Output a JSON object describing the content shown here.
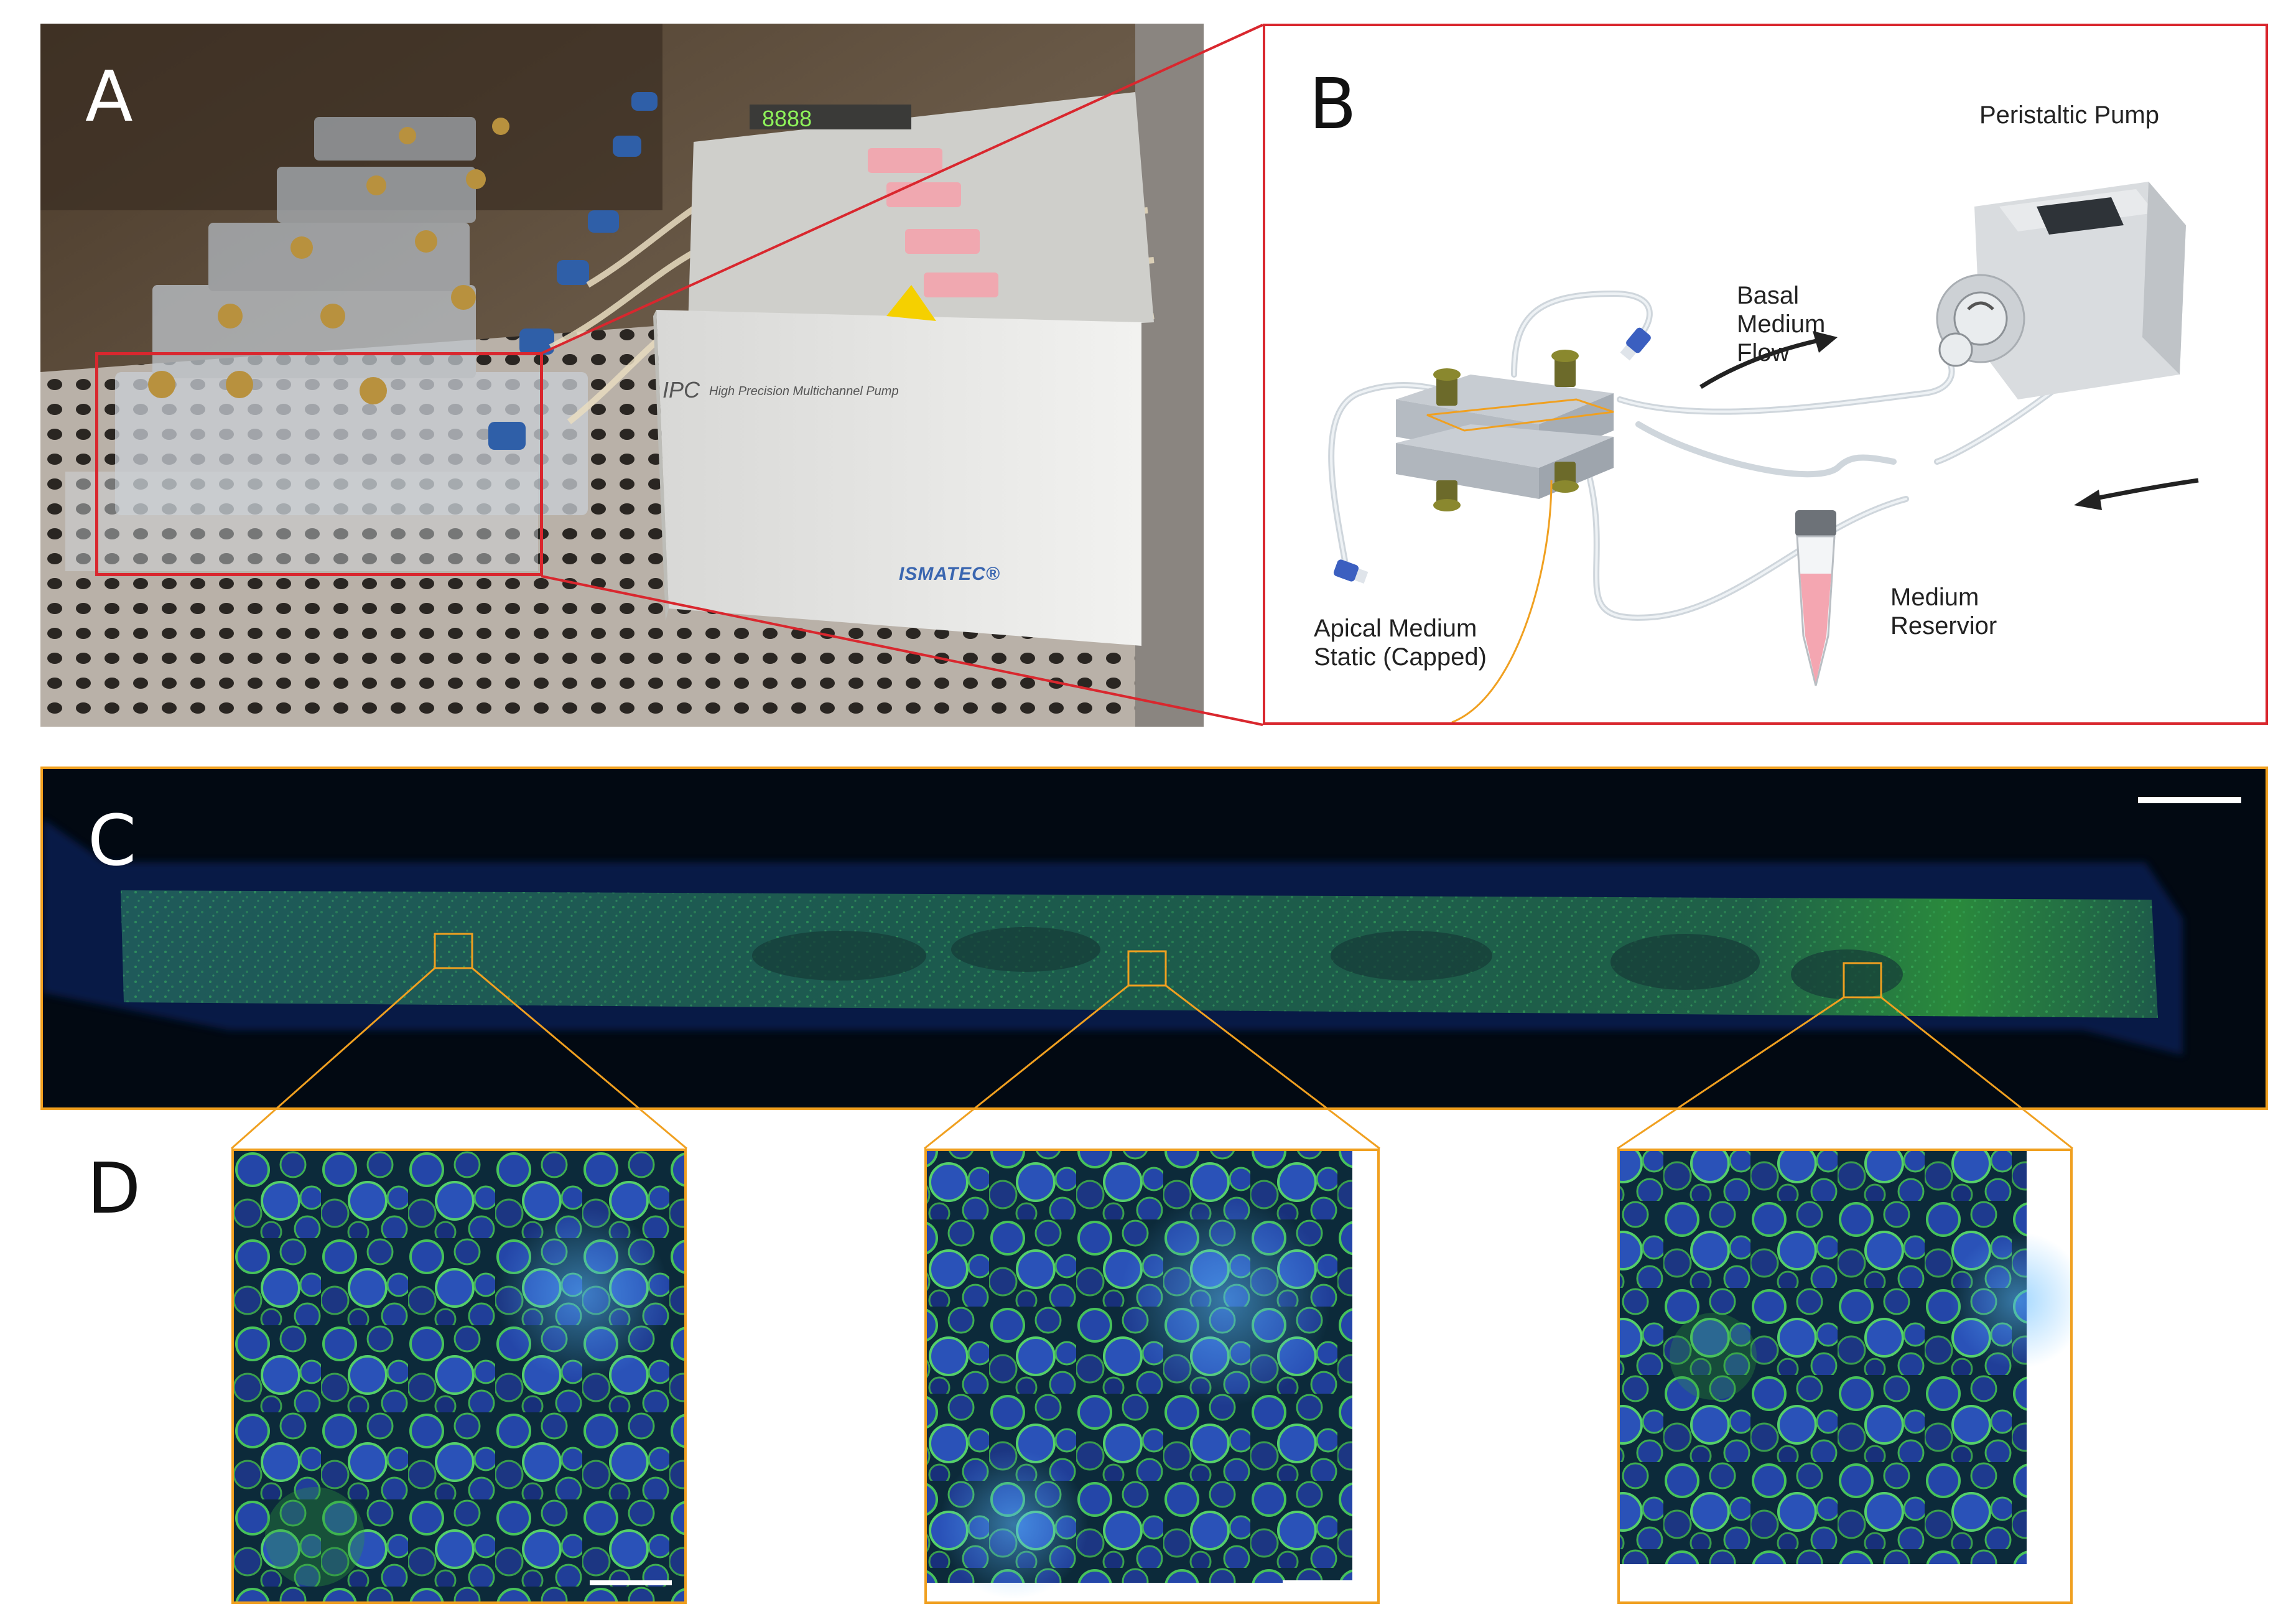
{
  "panels": {
    "a": {
      "letter": "A"
    },
    "b": {
      "letter": "B"
    },
    "c": {
      "letter": "C"
    },
    "d": {
      "letter": "D"
    }
  },
  "photo": {
    "pump_model": "IPC",
    "pump_description": "High Precision Multichannel Pump",
    "pump_brand": "ISMATEC®"
  },
  "schematic": {
    "peristaltic_pump": "Peristaltic Pump",
    "basal_medium_flow": [
      "Basal",
      "Medium",
      "Flow"
    ],
    "apical_medium": [
      "Apical Medium",
      "Static (Capped)"
    ],
    "medium_reservoir": [
      "Medium",
      "Reservior"
    ]
  },
  "colors": {
    "frame_red": "#d9272e",
    "frame_orange": "#f0a020",
    "nuclei_blue": "#2b4fb0",
    "membrane_green": "#3cb04a"
  }
}
